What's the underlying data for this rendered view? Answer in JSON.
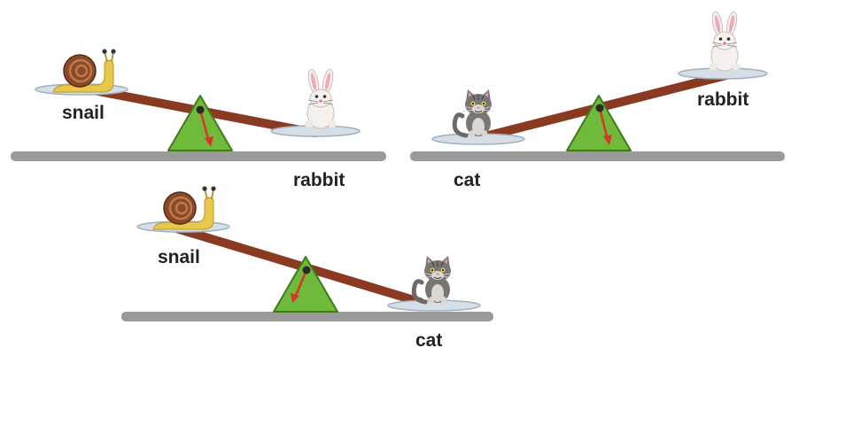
{
  "colors": {
    "ground": "#9a9a9a",
    "plank": "#8b3a22",
    "fulcrum": "#6fba3a",
    "fulcrum_edge": "#3f7a1e",
    "pointer": "#d9342b",
    "plate": "#d6dee6",
    "plate_edge": "#9fb0c0"
  },
  "seesaws": [
    {
      "left_label": "snail",
      "right_label": "rabbit",
      "left_icon": "snail-icon",
      "right_icon": "rabbit-icon",
      "heavier": "right"
    },
    {
      "left_label": "cat",
      "right_label": "rabbit",
      "left_icon": "cat-icon",
      "right_icon": "rabbit-icon",
      "heavier": "left"
    },
    {
      "left_label": "snail",
      "right_label": "cat",
      "left_icon": "snail-icon",
      "right_icon": "cat-icon",
      "heavier": "right"
    }
  ]
}
